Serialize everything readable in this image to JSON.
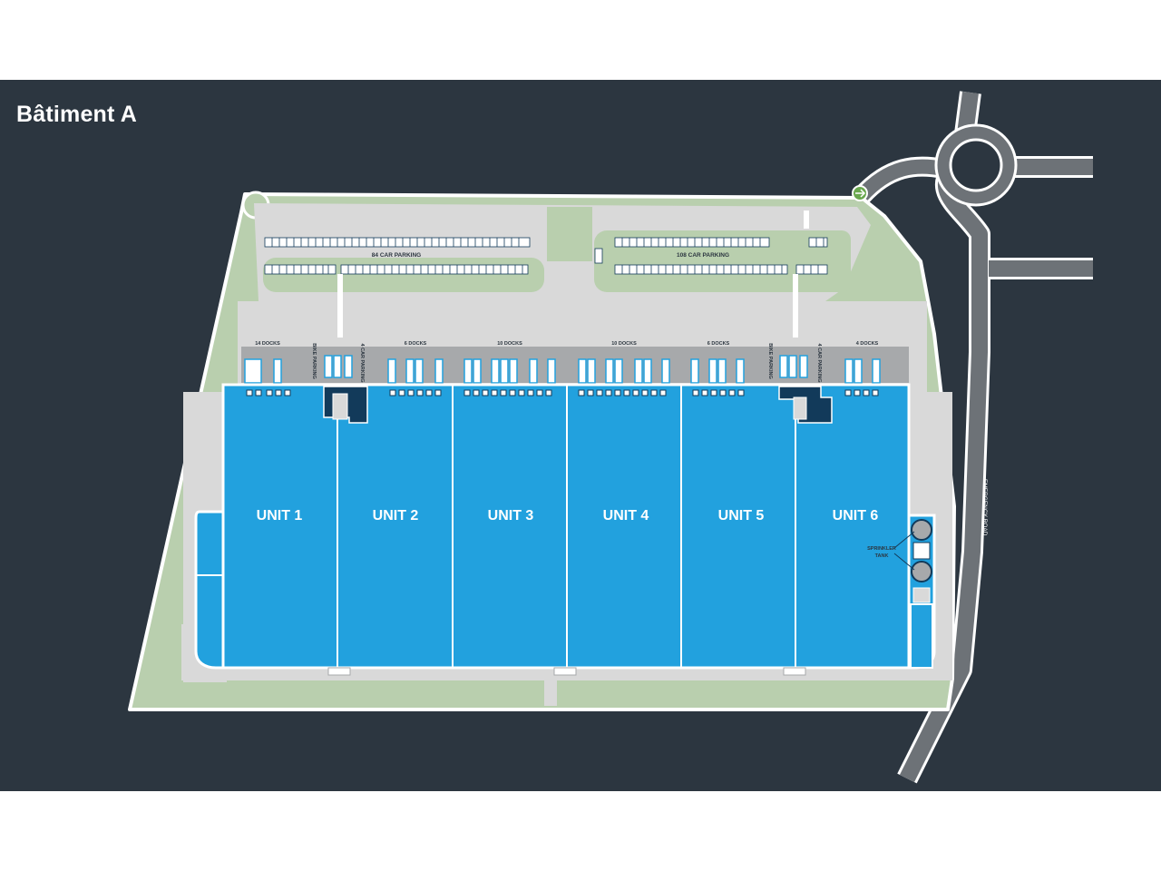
{
  "title": "Bâtiment A",
  "units": [
    {
      "label": "UNIT 1"
    },
    {
      "label": "UNIT 2"
    },
    {
      "label": "UNIT 3"
    },
    {
      "label": "UNIT 4"
    },
    {
      "label": "UNIT 5"
    },
    {
      "label": "UNIT 6"
    }
  ],
  "parking": {
    "left_label": "84 CAR PARKING",
    "right_label": "108 CAR PARKING"
  },
  "docks": {
    "unit1": "14 DOCKS",
    "unit2": "6 DOCKS",
    "unit3": "10 DOCKS",
    "unit4": "10 DOCKS",
    "unit5": "6 DOCKS",
    "unit6": "4 DOCKS"
  },
  "bike_parking": {
    "left": "BIKE PARKING",
    "right": "BIKE PARKING"
  },
  "car_parking_small": {
    "left": "4 CAR PARKING",
    "right": "4 CAR PARKING"
  },
  "sprinkler_label": [
    "SPRINKLER",
    "TANK"
  ],
  "road_label": "EMERGENCY ROAD",
  "colors": {
    "background": "#2c3640",
    "unit_fill": "#22a1de",
    "yard": "#d9d9d9",
    "green": "#b9cfae",
    "road": "#6d7277",
    "office": "#123a5a"
  }
}
